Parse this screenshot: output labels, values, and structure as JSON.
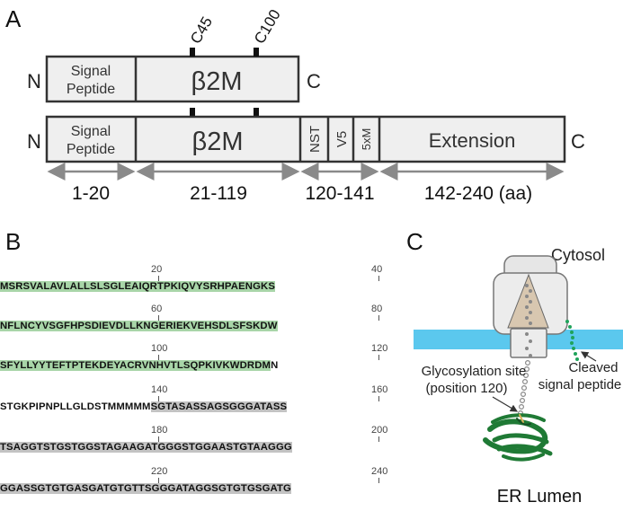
{
  "panels": {
    "a": "A",
    "b": "B",
    "c": "C"
  },
  "construct1": {
    "n": "N",
    "c": "C",
    "signal_line1": "Signal",
    "signal_line2": "Peptide",
    "b2m": "β2M",
    "cys1": "C45",
    "cys2": "C100"
  },
  "construct2": {
    "n": "N",
    "c": "C",
    "signal_line1": "Signal",
    "signal_line2": "Peptide",
    "b2m": "β2M",
    "nst": "NST",
    "v5": "V5",
    "m5": "5xM",
    "extension": "Extension"
  },
  "ranges": [
    "1-20",
    "21-119",
    "120-141",
    "142-240 (aa)"
  ],
  "sequence": {
    "rows": [
      {
        "ticks": [
          "20",
          "40"
        ],
        "segments": [
          {
            "text": "MSRSVALAVLALLSLSGLEAIQRTPKIQVYSRHPAENGKS",
            "hl": "green"
          }
        ]
      },
      {
        "ticks": [
          "60",
          "80"
        ],
        "segments": [
          {
            "text": "NFLNCYVSGFHPSDIEVDLLKNGERIEKVEHSDLSFSKDW",
            "hl": "green"
          }
        ]
      },
      {
        "ticks": [
          "100",
          "120"
        ],
        "segments": [
          {
            "text": "SFYLLYYTEFTPTEKDEYACRVNHVTLSQPKIVKWDRDM",
            "hl": "green"
          },
          {
            "text": "N",
            "hl": "none"
          }
        ]
      },
      {
        "ticks": [
          "140",
          "160"
        ],
        "segments": [
          {
            "text": "STGKPIPNPLLGLDSTMMMMM",
            "hl": "none"
          },
          {
            "text": "SGTASASSAGSGGGATASS",
            "hl": "gray"
          }
        ]
      },
      {
        "ticks": [
          "180",
          "200"
        ],
        "segments": [
          {
            "text": "TSAGGTSTGSTGGSTAGAAGATGGGSTGGAASTGTAAGGG",
            "hl": "gray"
          }
        ]
      },
      {
        "ticks": [
          "220",
          "240"
        ],
        "segments": [
          {
            "text": "GGASSGTGTGASGATGTGTTSGGGATAGGSGTGTGSGATG",
            "hl": "gray"
          }
        ]
      }
    ]
  },
  "cell": {
    "cytosol": "Cytosol",
    "er_lumen": "ER Lumen",
    "glyco_line1": "Glycosylation site",
    "glyco_line2": "(position 120)",
    "cleaved_line1": "Cleaved",
    "cleaved_line2": "signal peptide"
  },
  "colors": {
    "box_fill": "#efefef",
    "box_stroke": "#333333",
    "membrane": "#5bc8ee",
    "protein": "#1f7a35",
    "signal_dots": "#1fa35a",
    "seq_green": "#a8d5a8",
    "seq_gray": "#c3c3c3"
  }
}
